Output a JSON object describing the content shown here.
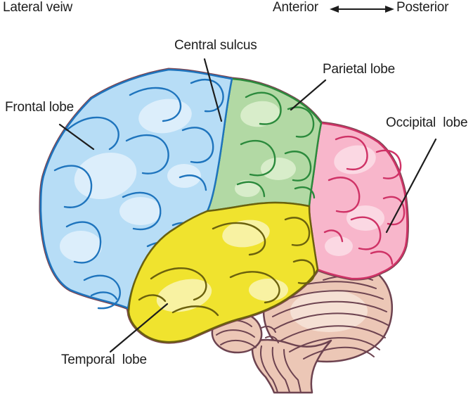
{
  "title": "Lateral veiw",
  "orientation": {
    "left_label": "Anterior",
    "right_label": "Posterior"
  },
  "annotations": {
    "central_sulcus": "Central sulcus"
  },
  "lobes": {
    "frontal": {
      "label": "Frontal lobe",
      "fill": "#b7ddf6",
      "stroke": "#1e74bd",
      "highlight": "#dceefb"
    },
    "parietal": {
      "label": "Parietal lobe",
      "fill": "#b2d9a4",
      "stroke": "#2b8a3c",
      "highlight": "#d8edca"
    },
    "occipital": {
      "label": "Occipital  lobe",
      "fill": "#f8b6cb",
      "stroke": "#cf3266",
      "highlight": "#fbd8e3"
    },
    "temporal": {
      "label": "Temporal  lobe",
      "fill": "#f0e32e",
      "stroke": "#6b610d",
      "highlight": "#f8f2a2"
    },
    "cerebellum": {
      "label": "",
      "fill": "#ecc7b6",
      "stroke": "#6d4350",
      "highlight": "#f5e0d4"
    }
  },
  "colors": {
    "background": "#ffffff",
    "label_text": "#1d1d1d",
    "leader_line": "#1d1d1d",
    "rim": "#7c4652"
  }
}
